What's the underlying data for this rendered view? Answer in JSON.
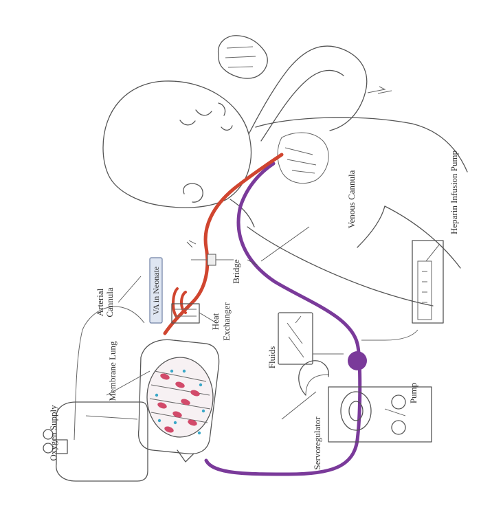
{
  "diagram": {
    "title_box": "VA in Neonate",
    "labels": {
      "oxygen_supply": "Oxygen Supply",
      "membrane_lung": "Membrane Lung",
      "servoregulator": "Servoregulator",
      "pump": "Pump",
      "fluids": "Fluids",
      "heat_exchanger": "Heat Exchanger",
      "arterial_cannula": "Arterial Cannula",
      "bridge": "Bridge",
      "venous_cannula": "Venous Cannula",
      "heparin_infusion_pump": "Heparin Infusion Pump"
    },
    "colors": {
      "arterial_line": "#d0452f",
      "venous_line": "#7a3a9a",
      "title_box_fill": "#dfe6f2",
      "title_box_border": "#6d7fa3",
      "blood_cell": "#d24a6a",
      "oxygen_dot": "#3aa8c8"
    }
  }
}
